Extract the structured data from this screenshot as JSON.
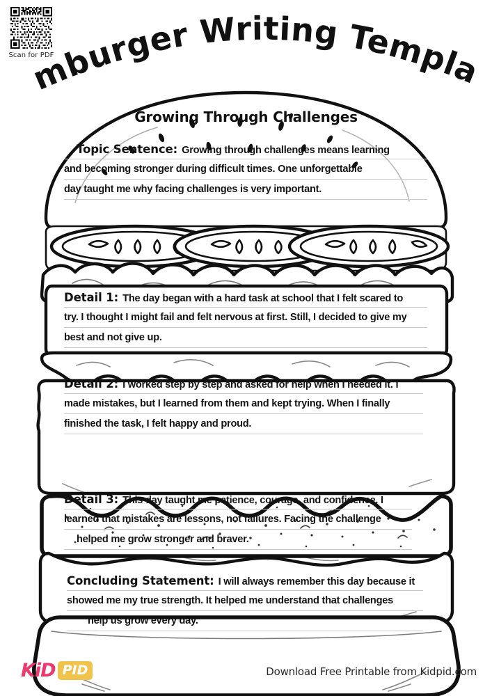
{
  "scan": {
    "caption": "Scan for PDF",
    "icon": "qr-code-icon"
  },
  "title": "Hamburger Writing Template",
  "worksheet": {
    "heading": "Growing Through Challenges",
    "sections": [
      {
        "id": "topic-sentence",
        "label": "Topic Sentence:",
        "lines": [
          "Growing through challenges means learning",
          "and becoming stronger during difficult times. One unforgettable",
          "day taught me why facing challenges is very important."
        ]
      },
      {
        "id": "detail-1",
        "label": "Detail 1:",
        "lines": [
          "The day began with a hard task at school that I felt scared to",
          "try. I thought I might fail and felt nervous at first. Still, I decided to give my",
          "best and not give up."
        ]
      },
      {
        "id": "detail-2",
        "label": "Detail 2:",
        "lines": [
          "I worked step by step and asked for help when I needed it. I",
          "made mistakes, but I learned from them and kept trying. When I finally",
          "finished the task, I felt happy and proud."
        ]
      },
      {
        "id": "detail-3",
        "label": "Detail 3:",
        "lines": [
          "This day taught me patience, courage, and confidence. I",
          "learned that mistakes are lessons, not failures. Facing the challenge",
          "helped me grow stronger and braver."
        ]
      },
      {
        "id": "concluding-statement",
        "label": "Concluding Statement:",
        "lines": [
          "I will always remember this day because it",
          "showed me my true strength. It helped me understand that challenges",
          "help us grow every day."
        ]
      }
    ]
  },
  "footer": {
    "logo_primary": "KiD",
    "logo_secondary": "PID",
    "text": "Download Free Printable from Kidpid.com",
    "logo_primary_color": "#ED3A6E",
    "logo_badge_color": "#F2C34A"
  },
  "colors": {
    "ink": "#111111",
    "paper": "#ffffff",
    "rule": "#c9c9c9"
  }
}
